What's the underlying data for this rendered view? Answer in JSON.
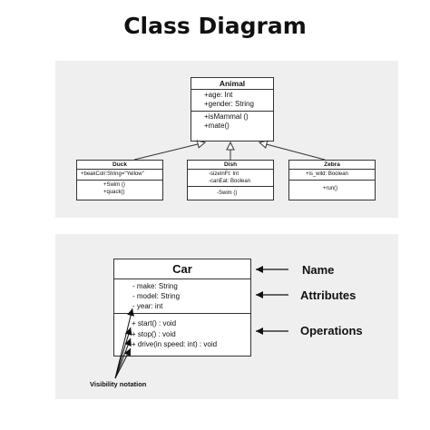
{
  "title": "Class Diagram",
  "hierarchy": {
    "parent": {
      "name": "Animal",
      "attributes": [
        "+age: Int",
        "+gender: String"
      ],
      "operations": [
        "+isMammal ()",
        "+mate()"
      ]
    },
    "children": [
      {
        "name": "Duck",
        "attributes": [
          "+beakColr:String=\"Yellow\""
        ],
        "operations": [
          "+Swim ()",
          "+quack()"
        ]
      },
      {
        "name": "Dish",
        "attributes": [
          "-sizeInFt: Int",
          "-canEat: Boolean"
        ],
        "operations": [
          "-Swim ()"
        ]
      },
      {
        "name": "Zebra",
        "attributes": [
          "+is_wild: Boolean"
        ],
        "operations": [
          "+run()"
        ]
      }
    ]
  },
  "car": {
    "name": "Car",
    "attributes": [
      "- make: String",
      "- model: String",
      "- year: int"
    ],
    "operations": [
      "+ start() : void",
      "+ stop() : void",
      "+ drive(in speed: int) : void"
    ]
  },
  "legend": {
    "name": "Name",
    "attributes": "Attributes",
    "operations": "Operations",
    "visibility": "Visibility notation"
  }
}
